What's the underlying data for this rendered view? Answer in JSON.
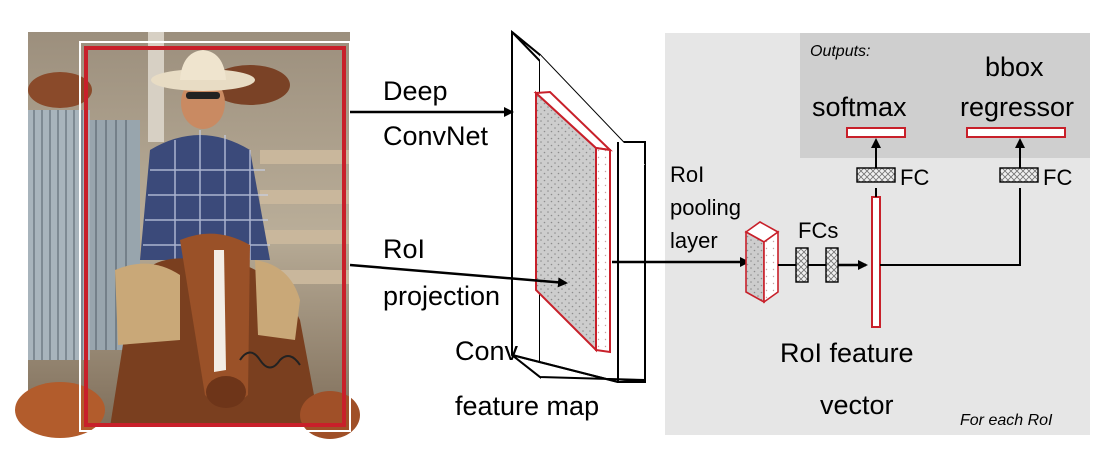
{
  "labels": {
    "outputs": "Outputs:",
    "deep_convnet": [
      "Deep",
      "ConvNet"
    ],
    "roi_projection": [
      "RoI",
      "projection"
    ],
    "conv_feature_map": [
      "Conv",
      "feature map"
    ],
    "roi_pooling_layer": [
      "RoI",
      "pooling",
      "layer"
    ],
    "fcs": "FCs",
    "fc_cls": "FC",
    "fc_reg": "FC",
    "softmax": "softmax",
    "bbox_regressor": [
      "bbox",
      "regressor"
    ],
    "roi_feature_vector": [
      "RoI feature",
      "vector"
    ],
    "for_each_roi": "For each RoI"
  },
  "colors": {
    "roi_red": "#c8202a",
    "panel_gray": "#e6e6e6",
    "outputs_gray": "#cfcfcf",
    "feature_fill": "#cfcfcf",
    "arrow": "#000000"
  }
}
